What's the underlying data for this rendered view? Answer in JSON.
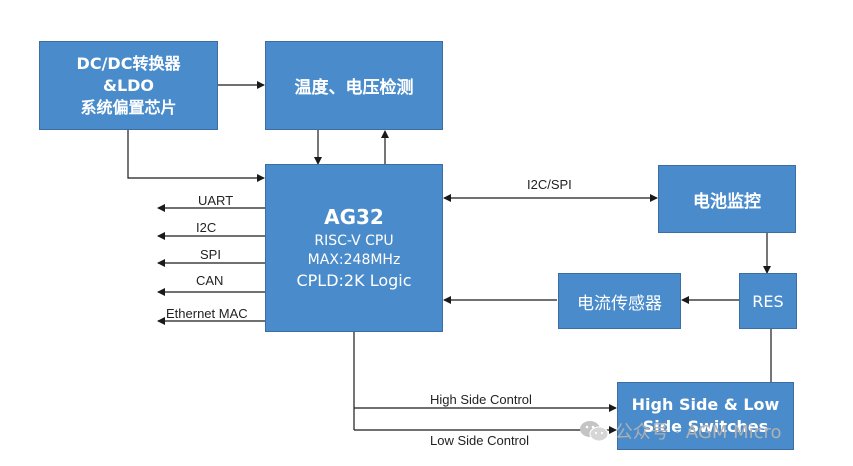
{
  "colors": {
    "box_fill": "#4a8ccb",
    "box_border": "#3a6ea5",
    "line": "#1a1a1a"
  },
  "blocks": {
    "dcdc": {
      "lines": [
        "DC/DC转换器",
        "&LDO",
        "系统偏置芯片"
      ]
    },
    "temp_voltage": {
      "label": "温度、电压检测"
    },
    "mcu": {
      "name": "AG32",
      "cpu": "RISC-V CPU",
      "freq": "MAX:248MHz",
      "cpld": "CPLD:2K Logic"
    },
    "battery_monitor": {
      "label": "电池监控"
    },
    "current_sensor": {
      "label": "电流传感器"
    },
    "res": {
      "label": "RES"
    },
    "switches": {
      "lines": [
        "High Side & Low",
        "Side Switches"
      ]
    }
  },
  "interfaces": [
    "UART",
    "I2C",
    "SPI",
    "CAN",
    "Ethernet MAC"
  ],
  "connections": {
    "i2c_spi": "I2C/SPI",
    "high_side": "High Side Control",
    "low_side": "Low Side Control"
  },
  "watermark": {
    "text": "公众号 · AGM Micro",
    "icon": "wechat-icon"
  }
}
